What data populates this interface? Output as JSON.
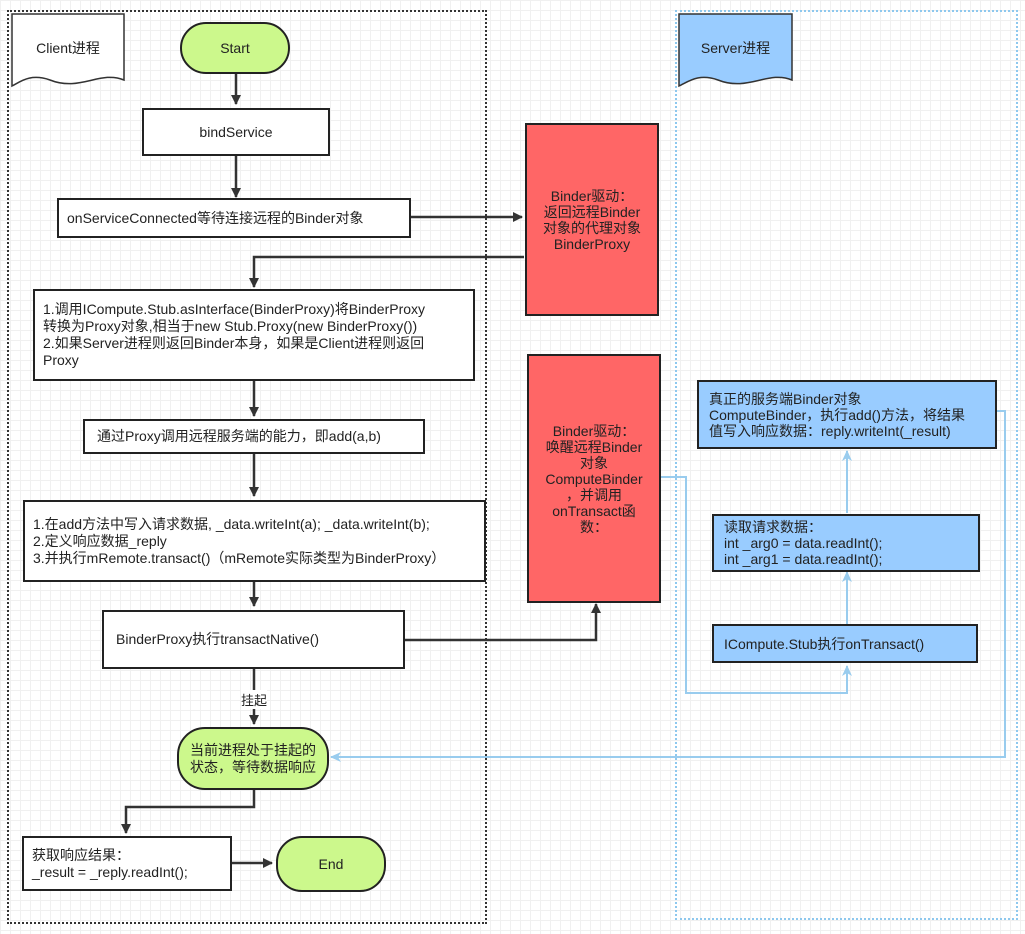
{
  "lanes": {
    "client": "Client进程",
    "server": "Server进程"
  },
  "client": {
    "start": "Start",
    "bind_service": "bindService",
    "on_service_connected": "onServiceConnected等待连接远程的Binder对象",
    "as_interface": "1.调用ICompute.Stub.asInterface(BinderProxy)将BinderProxy\n转换为Proxy对象,相当于new Stub.Proxy(new BinderProxy())\n2.如果Server进程则返回Binder本身，如果是Client进程则返回\nProxy",
    "call_add": "通过Proxy调用远程服务端的能力，即add(a,b)",
    "write_data": "1.在add方法中写入请求数据, _data.writeInt(a);  _data.writeInt(b);\n2.定义响应数据_reply\n3.并执行mRemote.transact()（mRemote实际类型为BinderProxy）",
    "transact_native": "BinderProxy执行transactNative()",
    "suspend_label": "挂起",
    "suspended": "当前进程处于挂起的\n状态，等待数据响应",
    "get_result": "获取响应结果：\n_result = _reply.readInt();",
    "end": "End"
  },
  "driver": {
    "return_proxy": "Binder驱动：\n返回远程Binder\n对象的代理对象\nBinderProxy",
    "wake_remote": "Binder驱动：\n唤醒远程Binder\n对象\nComputeBinder\n，并调用\nonTransact函\n数："
  },
  "server": {
    "real_binder": "真正的服务端Binder对象\nComputeBinder，执行add()方法，将结果\n值写入响应数据：reply.writeInt(_result)",
    "read_data": "读取请求数据：\nint _arg0 = data.readInt();\nint _arg1 = data.readInt();",
    "on_transact": "ICompute.Stub执行onTransact()"
  },
  "colors": {
    "terminal": "#ccf88c",
    "driver": "#ff6666",
    "server_box": "#99ccff",
    "server_arrow": "#99ccee",
    "line": "#333333"
  }
}
